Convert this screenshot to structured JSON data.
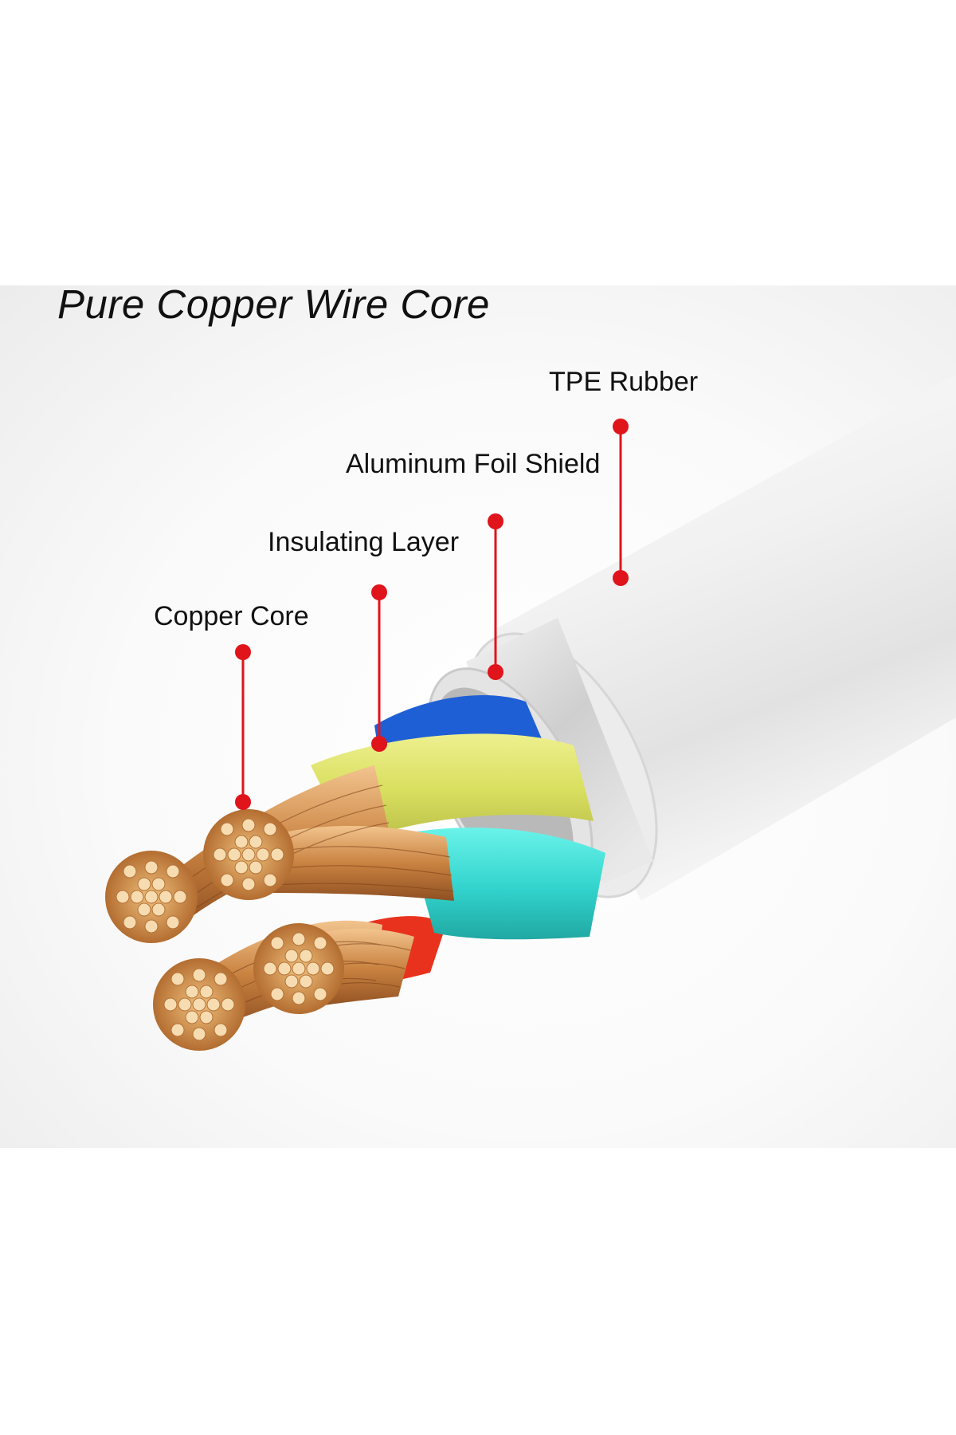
{
  "title": "Pure Copper Wire Core",
  "labels": {
    "tpe_rubber": "TPE Rubber",
    "aluminum_foil_shield": "Aluminum Foil Shield",
    "insulating_layer": "Insulating Layer",
    "copper_core": "Copper Core"
  },
  "colors": {
    "callout": "#e0141b",
    "jacket": "#f3f3f3",
    "foil": "#d9d9d9",
    "insulation_yellow": "#dde36a",
    "insulation_cyan": "#3fe0d8",
    "insulation_blue": "#1f5fd6",
    "insulation_red": "#e8321e",
    "copper": "#d99b5a"
  }
}
